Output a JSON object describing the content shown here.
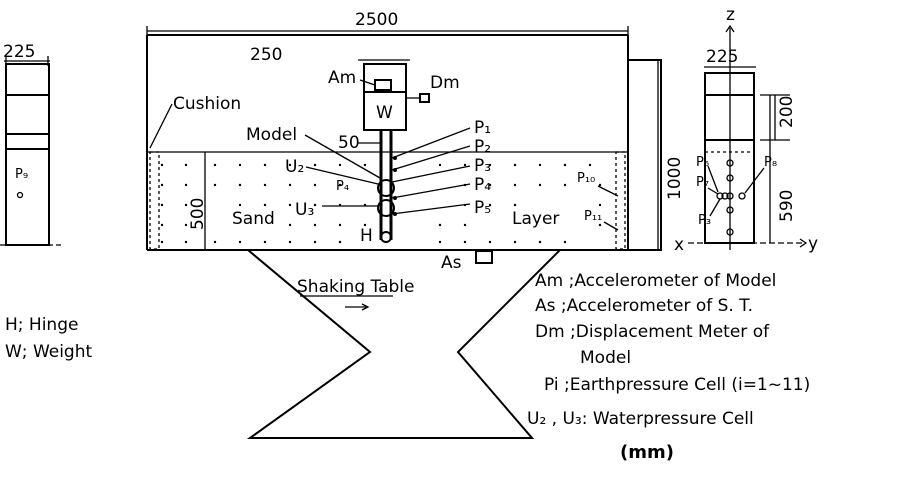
{
  "dims": {
    "width_tank": "2500",
    "width_model": "250",
    "width_left": "225",
    "width_right": "225",
    "height_sand": "500",
    "height_tank": "1000",
    "gap_50": "50",
    "d_200": "200",
    "d_590": "590"
  },
  "labels": {
    "am": "Am",
    "dm": "Dm",
    "w": "W",
    "cushion": "Cushion",
    "model": "Model",
    "u2": "U₂",
    "u3": "U₃",
    "sand": "Sand",
    "layer": "Layer",
    "h": "H",
    "as": "As",
    "shaking_table": "Shaking Table",
    "p1": "P₁",
    "p2": "P₂",
    "p3": "P₃",
    "p4": "P₄",
    "p5": "P₅",
    "p6": "P₆",
    "p7": "P₇",
    "p8": "P₈",
    "p9": "P₉",
    "p10": "P₁₀",
    "p11": "P₁₁",
    "axis_z": "z",
    "axis_y": "y",
    "axis_x": "x"
  },
  "legend": {
    "h": "H; Hinge",
    "w": "W; Weight",
    "am": "Am ;Accelerometer of Model",
    "as": "As ;Accelerometer of S. T.",
    "dm1": "Dm ;Displacement Meter of",
    "dm2": "Model",
    "pi": "Pi   ;Earthpressure Cell (i=1~11)",
    "u": "U₂ , U₃: Waterpressure Cell",
    "unit": "(mm)"
  }
}
